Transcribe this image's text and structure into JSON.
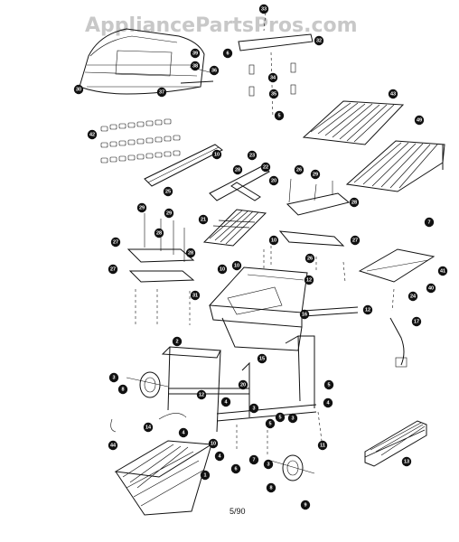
{
  "watermark": "AppliancePartsPros.com",
  "footer_code": "5/90",
  "callouts": [
    {
      "id": "c33",
      "label": "33"
    },
    {
      "id": "c32",
      "label": "32"
    },
    {
      "id": "c39",
      "label": "39"
    },
    {
      "id": "c6a",
      "label": "6"
    },
    {
      "id": "c38",
      "label": "38"
    },
    {
      "id": "c36",
      "label": "36"
    },
    {
      "id": "c30",
      "label": "30"
    },
    {
      "id": "c37",
      "label": "37"
    },
    {
      "id": "c34",
      "label": "34"
    },
    {
      "id": "c35",
      "label": "35"
    },
    {
      "id": "c5a",
      "label": "5"
    },
    {
      "id": "c43",
      "label": "43"
    },
    {
      "id": "c49",
      "label": "49"
    },
    {
      "id": "c42",
      "label": "42"
    },
    {
      "id": "c25",
      "label": "25"
    },
    {
      "id": "c10a",
      "label": "10"
    },
    {
      "id": "c23",
      "label": "23"
    },
    {
      "id": "c22",
      "label": "22"
    },
    {
      "id": "c26a",
      "label": "26"
    },
    {
      "id": "c28a",
      "label": "28"
    },
    {
      "id": "c20a",
      "label": "20"
    },
    {
      "id": "c29a",
      "label": "29"
    },
    {
      "id": "c28b",
      "label": "28"
    },
    {
      "id": "c7a",
      "label": "7"
    },
    {
      "id": "c29b",
      "label": "29"
    },
    {
      "id": "c29c",
      "label": "29"
    },
    {
      "id": "c21",
      "label": "21"
    },
    {
      "id": "c27a",
      "label": "27"
    },
    {
      "id": "c28c",
      "label": "28"
    },
    {
      "id": "c27b",
      "label": "27"
    },
    {
      "id": "c28d",
      "label": "28"
    },
    {
      "id": "c26b",
      "label": "26"
    },
    {
      "id": "c27c",
      "label": "27"
    },
    {
      "id": "c10b",
      "label": "10"
    },
    {
      "id": "c10c",
      "label": "10"
    },
    {
      "id": "c10d",
      "label": "10"
    },
    {
      "id": "c41",
      "label": "41"
    },
    {
      "id": "c40",
      "label": "40"
    },
    {
      "id": "c24",
      "label": "24"
    },
    {
      "id": "c31",
      "label": "31"
    },
    {
      "id": "c12a",
      "label": "12"
    },
    {
      "id": "c16",
      "label": "16"
    },
    {
      "id": "c17",
      "label": "17"
    },
    {
      "id": "c12b",
      "label": "12"
    },
    {
      "id": "c2",
      "label": "2"
    },
    {
      "id": "c15",
      "label": "15"
    },
    {
      "id": "c3a",
      "label": "3"
    },
    {
      "id": "c8a",
      "label": "8"
    },
    {
      "id": "c20b",
      "label": "20"
    },
    {
      "id": "c12c",
      "label": "12"
    },
    {
      "id": "c4a",
      "label": "4"
    },
    {
      "id": "c5b",
      "label": "5"
    },
    {
      "id": "c1",
      "label": "1"
    },
    {
      "id": "c14",
      "label": "14"
    },
    {
      "id": "c4b",
      "label": "4"
    },
    {
      "id": "c10e",
      "label": "10"
    },
    {
      "id": "c44",
      "label": "44"
    },
    {
      "id": "c3b",
      "label": "3"
    },
    {
      "id": "c7b",
      "label": "7"
    },
    {
      "id": "c5c",
      "label": "5"
    },
    {
      "id": "c6b",
      "label": "6"
    },
    {
      "id": "c11",
      "label": "11"
    },
    {
      "id": "c13",
      "label": "13"
    },
    {
      "id": "c3c",
      "label": "3"
    },
    {
      "id": "c8b",
      "label": "8"
    },
    {
      "id": "c9",
      "label": "9"
    },
    {
      "id": "c4c",
      "label": "4"
    },
    {
      "id": "c4d",
      "label": "4"
    },
    {
      "id": "c3d",
      "label": "3"
    },
    {
      "id": "c5d",
      "label": "5"
    }
  ]
}
